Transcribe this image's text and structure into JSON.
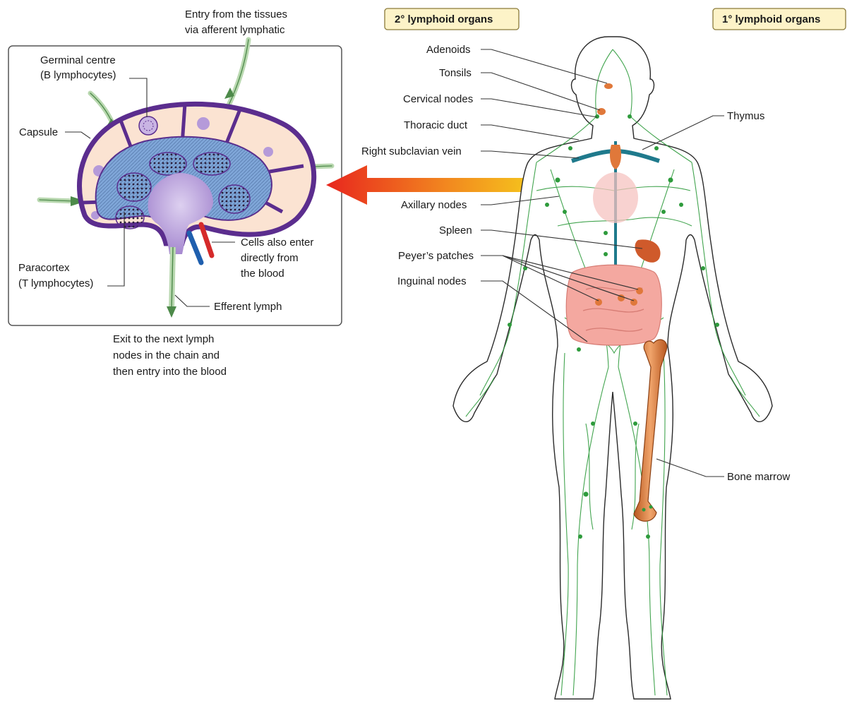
{
  "headers": {
    "secondary": "2° lymphoid organs",
    "primary": "1° lymphoid organs"
  },
  "node_labels": {
    "entry_line1": "Entry from the tissues",
    "entry_line2": "via afferent lymphatic",
    "germinal_line1": "Germinal centre",
    "germinal_line2": "(B lymphocytes)",
    "capsule": "Capsule",
    "paracortex_line1": "Paracortex",
    "paracortex_line2": "(T lymphocytes)",
    "cells_line1": "Cells also enter",
    "cells_line2": "directly from",
    "cells_line3": "the blood",
    "efferent": "Efferent lymph",
    "exit_line1": "Exit to the next lymph",
    "exit_line2": "nodes in the chain and",
    "exit_line3": "then entry into the blood"
  },
  "body_labels": {
    "adenoids": "Adenoids",
    "tonsils": "Tonsils",
    "cervical": "Cervical nodes",
    "thoracic": "Thoracic duct",
    "subclavian": "Right subclavian vein",
    "axillary": "Axillary nodes",
    "spleen": "Spleen",
    "peyers": "Peyer’s patches",
    "inguinal": "Inguinal nodes",
    "thymus": "Thymus",
    "bone_marrow": "Bone marrow"
  },
  "colors": {
    "lymph_green": "#2e9b3c",
    "capsule_purple": "#5b2d8e",
    "cortex_cream": "#fbe3d2",
    "paracortex_blue": "#7fa6d8",
    "medulla_lilac": "#b39ad6",
    "organ_orange": "#e0783a",
    "arrow_red": "#e8261e",
    "arrow_yellow": "#f6d21c",
    "badge_fill": "#fdf3c8",
    "badge_border": "#8a7a3a"
  }
}
